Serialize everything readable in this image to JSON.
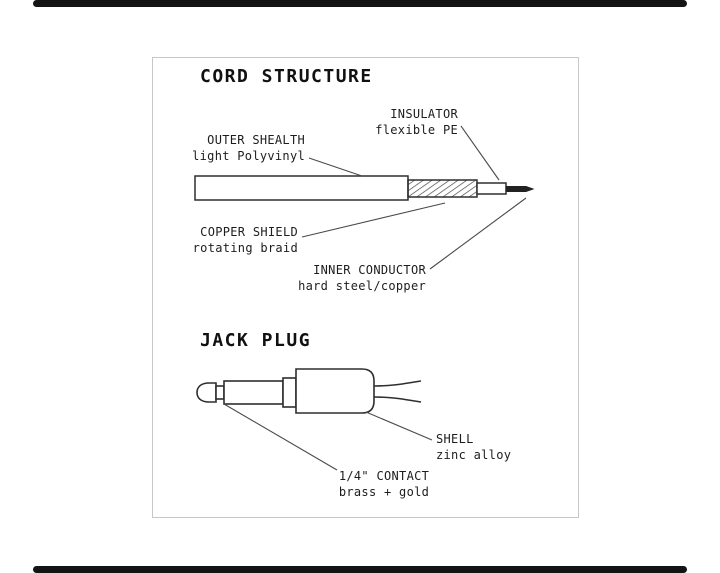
{
  "sections": {
    "cord": {
      "title": "CORD STRUCTURE",
      "labels": {
        "insulator": {
          "line1": "INSULATOR",
          "line2": "flexible PE"
        },
        "outer_sheath": {
          "line1": "OUTER SHEALTH",
          "line2": "light Polyvinyl"
        },
        "copper_shield": {
          "line1": "COPPER SHIELD",
          "line2": "rotating braid"
        },
        "inner_conductor": {
          "line1": "INNER CONDUCTOR",
          "line2": "hard steel/copper"
        }
      }
    },
    "jack": {
      "title": "JACK PLUG",
      "labels": {
        "shell": {
          "line1": "SHELL",
          "line2": "zinc alloy"
        },
        "contact": {
          "line1": "1/4\" CONTACT",
          "line2": "brass + gold"
        }
      }
    }
  },
  "colors": {
    "ink": "#1d1d1d",
    "outline": "#2e2e2e",
    "leader": "#4a4a4a",
    "panel_border": "#c7c7c7",
    "background": "#ffffff"
  }
}
